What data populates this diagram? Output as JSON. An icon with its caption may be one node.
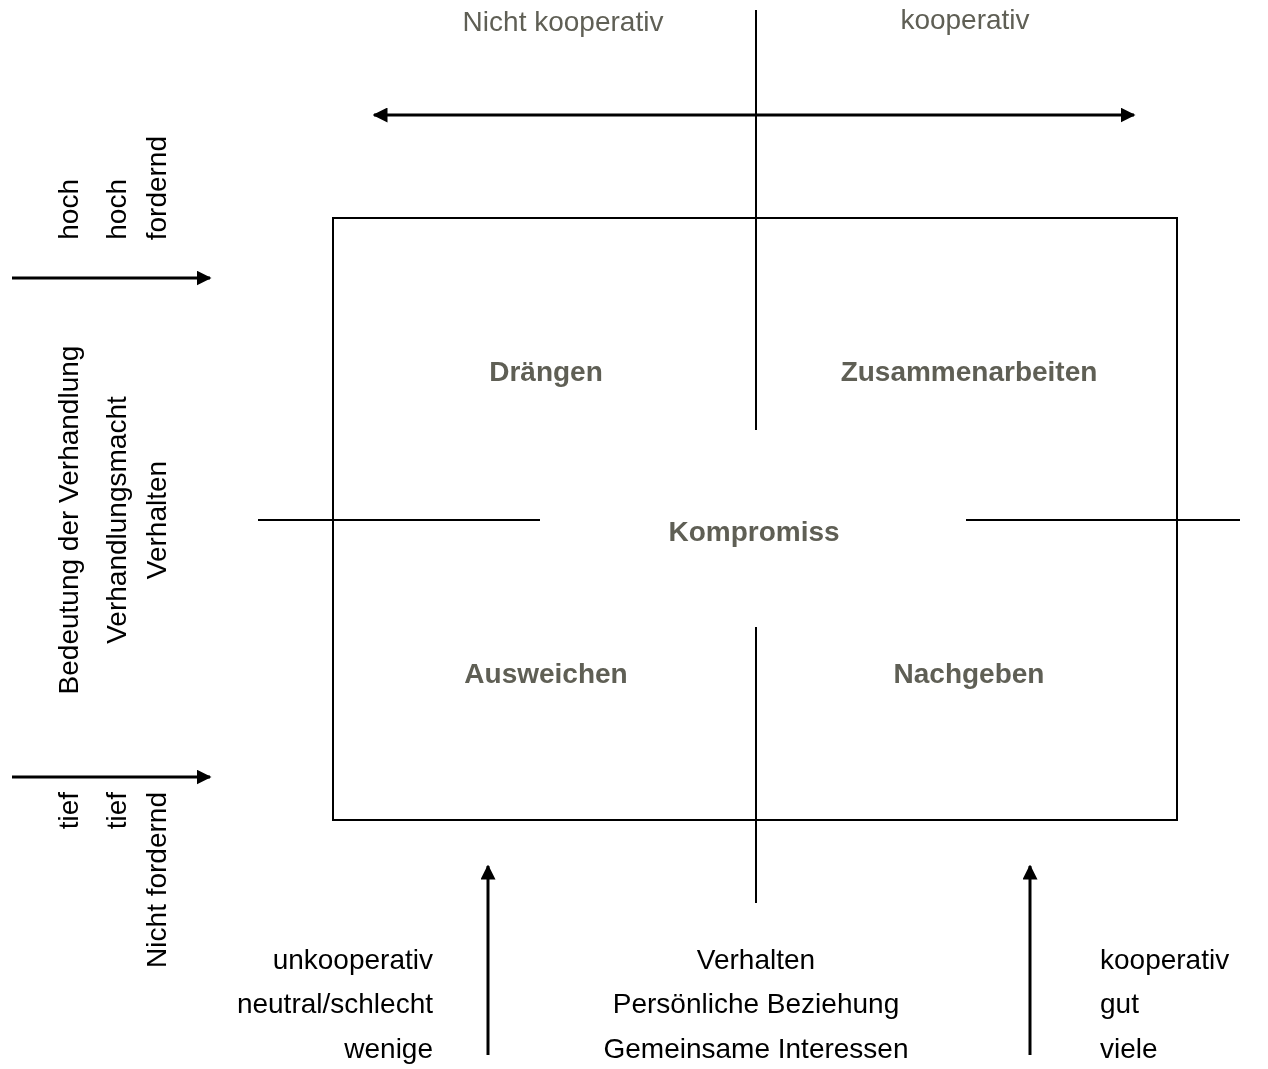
{
  "diagram": {
    "nodes": [
      {
        "text": [
          "Drängen",
          "Zusammenarbeiten",
          "Kompromiss",
          "Ausweichen",
          "Nachgeben"
        ]
      }
    ],
    "labels": [
      "Nicht kooperativ",
      "kooperativ",
      "hoch",
      "hoch",
      "fordernd",
      "Bedeutung der Verhandlung",
      "Verhandlungsmacht",
      "Verhalten",
      "tief",
      "tief",
      "Nicht fordernd",
      "unkooperativ",
      "neutral/schlecht",
      "wenige",
      "Verhalten",
      "Persönliche Beziehung",
      "Gemeinsame Interessen",
      "kooperativ",
      "gut",
      "viele"
    ]
  }
}
